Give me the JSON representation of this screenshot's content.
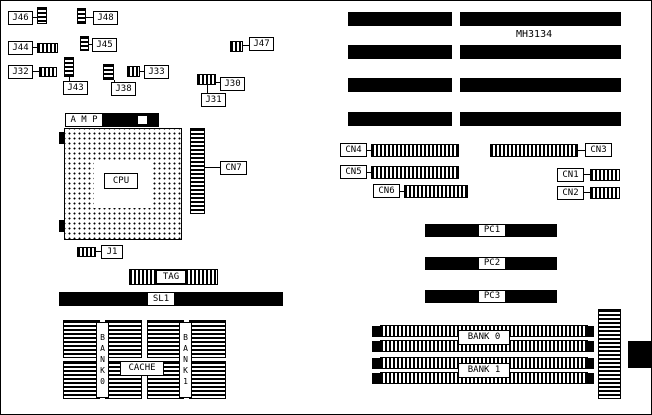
{
  "board": {
    "model": "MH3134",
    "jumpers": {
      "j46": "J46",
      "j48": "J48",
      "j44": "J44",
      "j45": "J45",
      "j32": "J32",
      "j43": "J43",
      "j38": "J38",
      "j33": "J33",
      "j47": "J47",
      "j30": "J30",
      "j31": "J31",
      "j1": "J1"
    },
    "cpu": {
      "socket_label": "CPU",
      "amp_label": "A M P"
    },
    "connectors": {
      "cn1": "CN1",
      "cn2": "CN2",
      "cn3": "CN3",
      "cn4": "CN4",
      "cn5": "CN5",
      "cn6": "CN6",
      "cn7": "CN7"
    },
    "slots": {
      "pc1": "PC1",
      "pc2": "PC2",
      "pc3": "PC3",
      "sl1": "SL1"
    },
    "cache": {
      "tag": "TAG",
      "cache_label": "CACHE",
      "bank0_vertical": "BANK0",
      "bank1_vertical": "BANK1"
    },
    "memory": {
      "bank0": "BANK 0",
      "bank1": "BANK 1"
    },
    "colors": {
      "ink": "#000000",
      "paper": "#ffffff"
    }
  }
}
